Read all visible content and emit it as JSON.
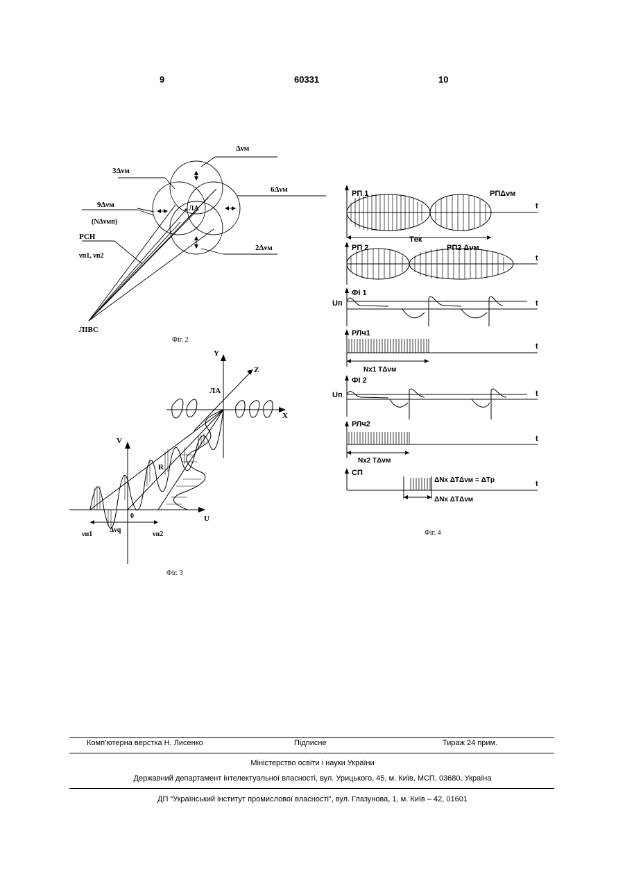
{
  "header": {
    "page_left": "9",
    "patent_number": "60331",
    "page_right": "10"
  },
  "fig2": {
    "caption": "Фіг. 2",
    "labels": {
      "dv": "Δνм",
      "three_dv": "3Δνм",
      "six_dv": "6Δνм",
      "nine_dv": "9Δνм",
      "n_dv": "(NΔνмп)",
      "rsn": "РСН",
      "freqs": "νп1, νп2",
      "la": "ЛА",
      "two_dv": "2Δνм",
      "libs": "ЛІВС"
    }
  },
  "fig3": {
    "caption": "Фіг. 3",
    "labels": {
      "y": "Y",
      "z": "Z",
      "x": "X",
      "la": "ЛА",
      "v": "V",
      "r": "R",
      "u": "U",
      "zero": "0",
      "vn1": "νп1",
      "dvq": "Δνq",
      "vn2": "νп2"
    }
  },
  "fig4": {
    "caption": "Фіг. 4",
    "labels": {
      "rp1": "РП 1",
      "rp_dv": "РПΔνм",
      "tek": "Tек",
      "rp2": "РП 2",
      "rp2_dv": "РП2 Δνм",
      "fi1": "ФІ 1",
      "un": "Uп",
      "rlch1": "РЛч1",
      "nx1": "Nх1 TΔνм",
      "fi2": "ФІ 2",
      "un2": "Uп",
      "rlch2": "РЛч2",
      "nx2": "Nх2 TΔνм",
      "sp": "СП",
      "sp_eq": "ΔNх ΔTΔνм = ΔTр",
      "sp_width": "ΔNх ΔTΔνм",
      "t": "t"
    }
  },
  "footer": {
    "layout": "Комп’ютерна верстка Н. Лисенко",
    "signed": "Підписне",
    "circulation": "Тираж 24 прим.",
    "ministry": "Міністерство освіти і науки України",
    "department": "Державний департамент інтелектуальної власності, вул. Урицького, 45, м. Київ, МСП, 03680, Україна",
    "institute": "ДП “Український інститут промислової власності”, вул. Глазунова, 1, м. Київ – 42, 01601"
  }
}
